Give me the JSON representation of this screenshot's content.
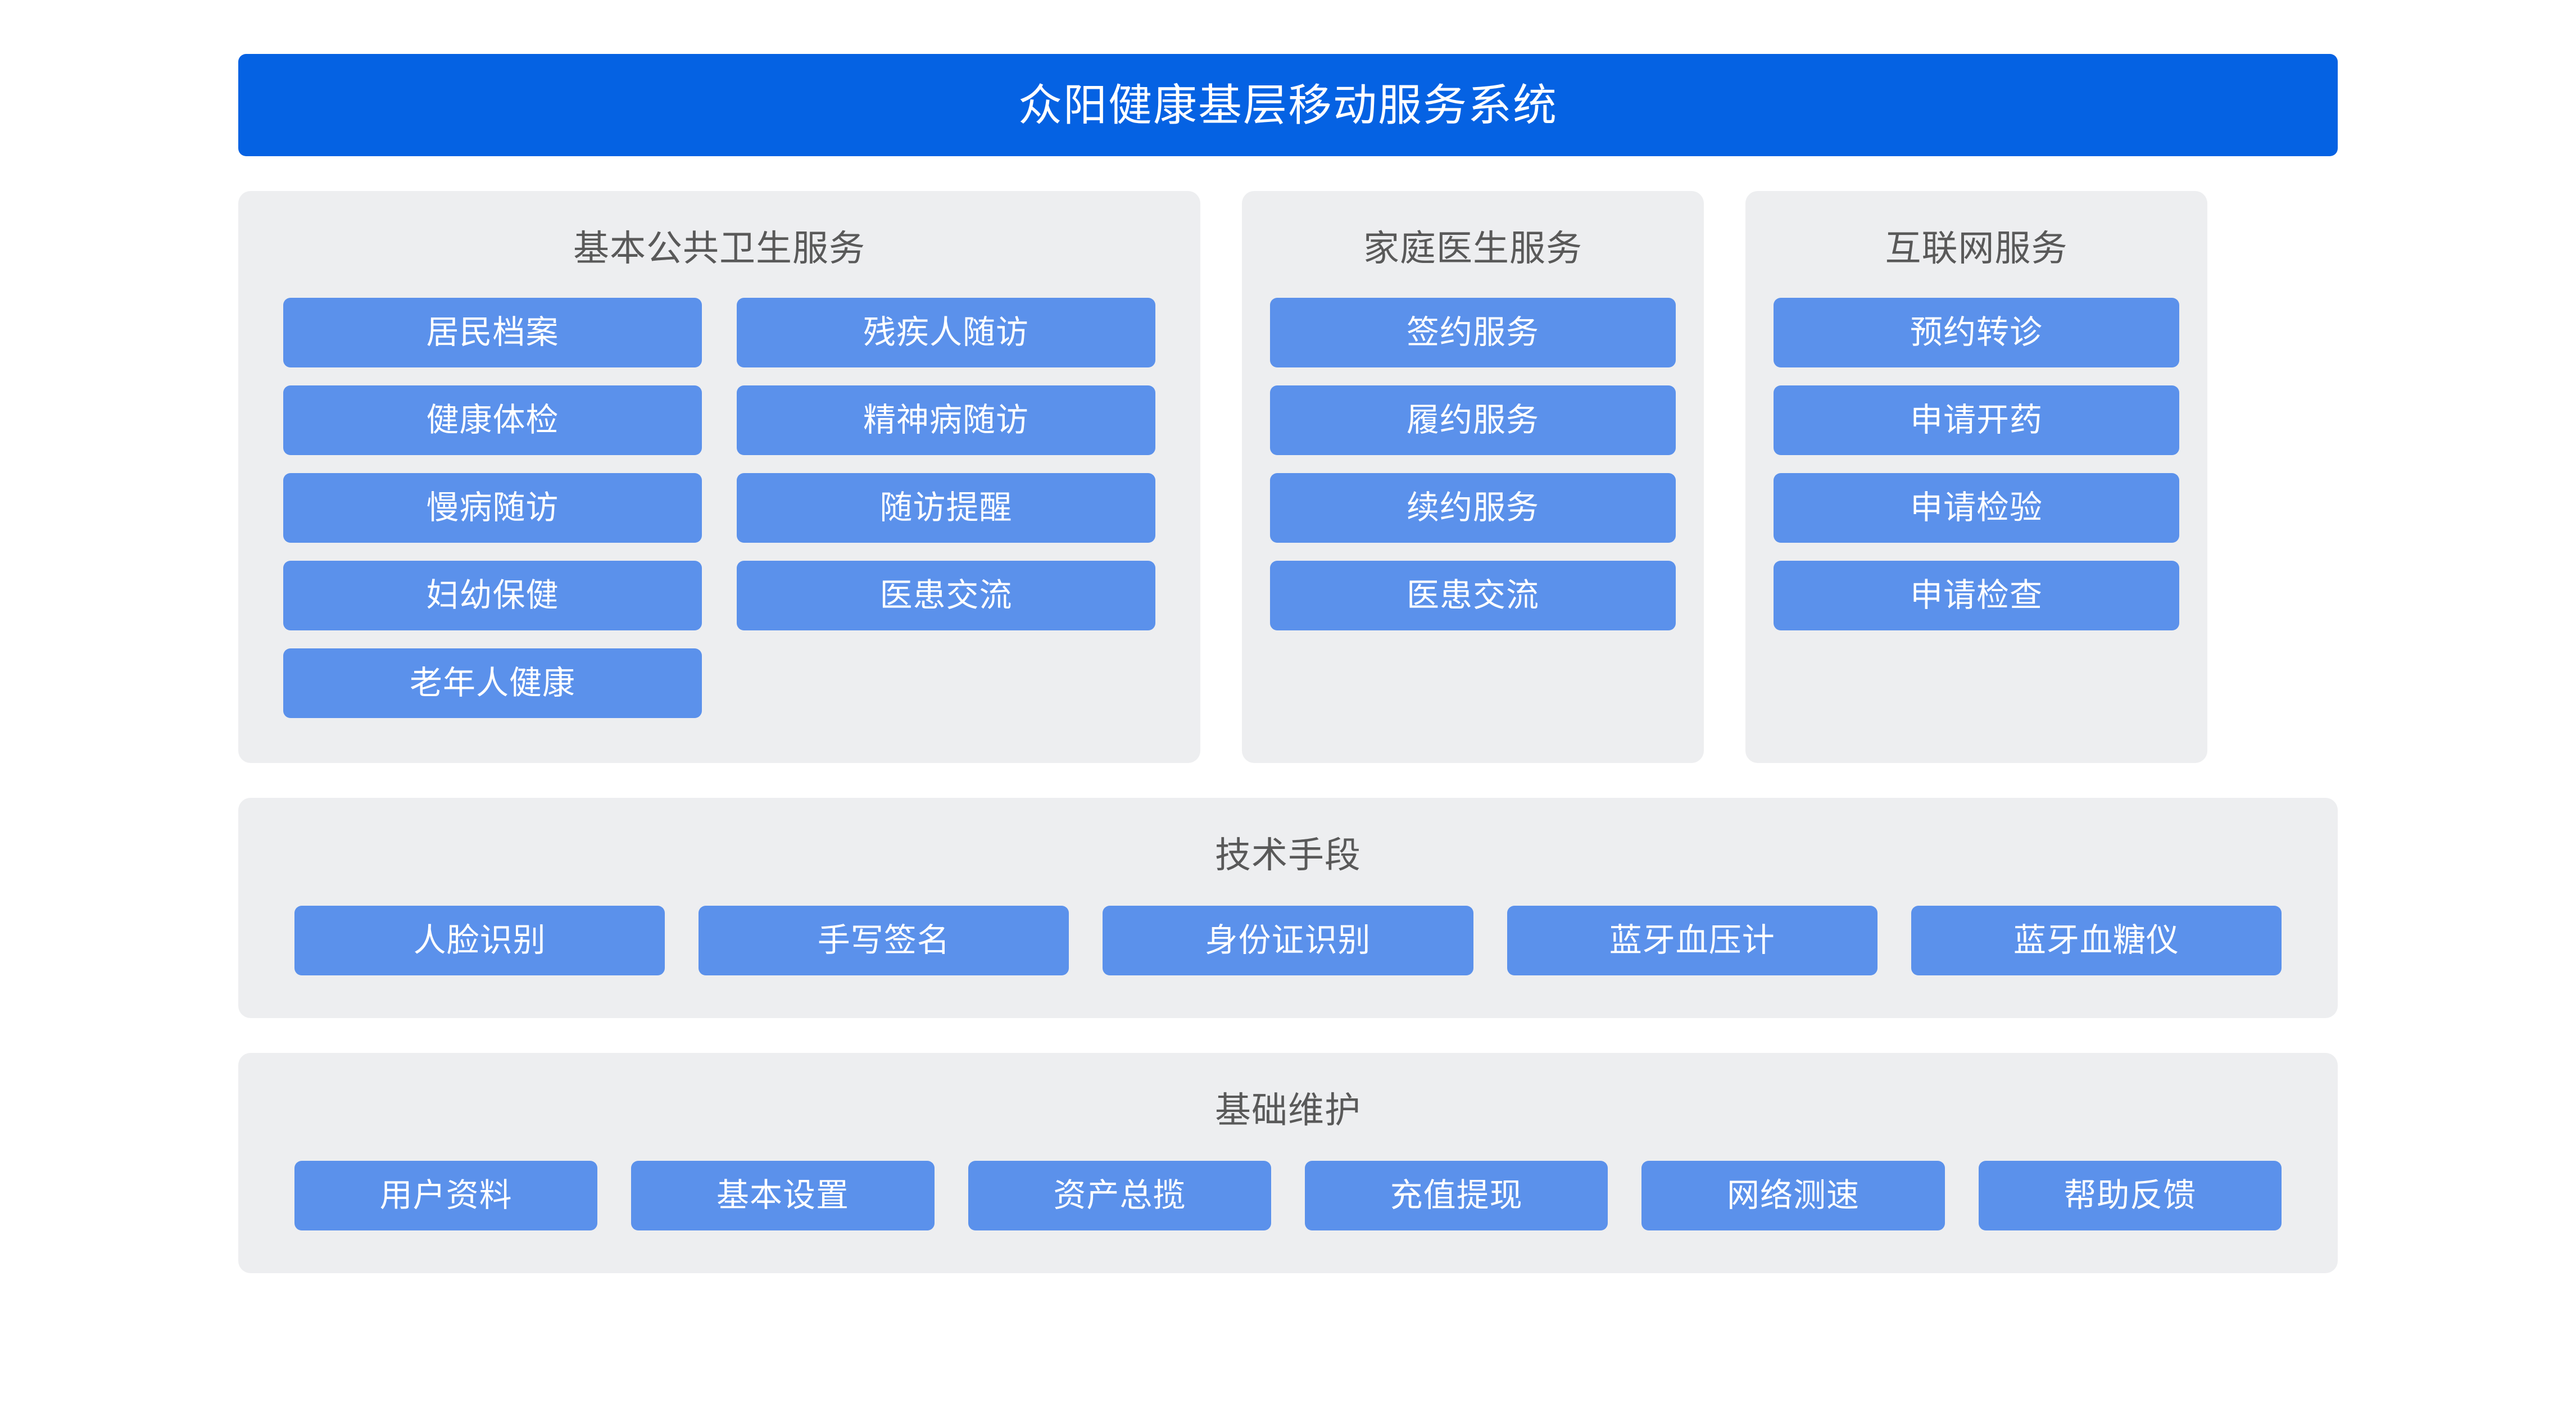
{
  "app": {
    "title": "众阳健康基层移动服务系统",
    "header_bg": "#0562E3",
    "panel_bg": "#EDEEF0",
    "button_bg": "#5B91EB",
    "button_text_color": "#FFFFFF",
    "title_text_color": "#595959",
    "page_bg": "#FFFFFF"
  },
  "sections": {
    "public_health": {
      "title": "基本公共卫生服务",
      "items": [
        "居民档案",
        "残疾人随访",
        "健康体检",
        "精神病随访",
        "慢病随访",
        "随访提醒",
        "妇幼保健",
        "医患交流",
        "老年人健康"
      ]
    },
    "family_doctor": {
      "title": "家庭医生服务",
      "items": [
        "签约服务",
        "履约服务",
        "续约服务",
        "医患交流"
      ]
    },
    "internet_service": {
      "title": "互联网服务",
      "items": [
        "预约转诊",
        "申请开药",
        "申请检验",
        "申请检查"
      ]
    },
    "technical_means": {
      "title": "技术手段",
      "items": [
        "人脸识别",
        "手写签名",
        "身份证识别",
        "蓝牙血压计",
        "蓝牙血糖仪"
      ]
    },
    "basic_maintenance": {
      "title": "基础维护",
      "items": [
        "用户资料",
        "基本设置",
        "资产总揽",
        "充值提现",
        "网络测速",
        "帮助反馈"
      ]
    }
  }
}
